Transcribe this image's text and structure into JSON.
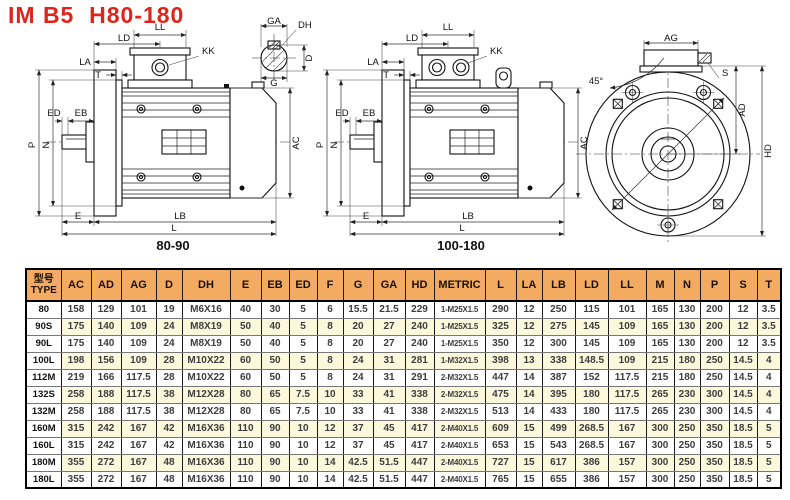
{
  "title": "IM B5  H80-180",
  "colors": {
    "title_red": "#e2231a",
    "table_header_bg": "#f2ab60",
    "row_alt_bg": "#fbf8dc",
    "line_color": "#111111"
  },
  "captions": {
    "side1": "80-90",
    "side2": "100-180"
  },
  "dim_labels": {
    "ld": "LD",
    "ll": "LL",
    "kk": "KK",
    "la": "LA",
    "t": "T",
    "ed": "ED",
    "eb": "EB",
    "p": "P",
    "n": "N",
    "ac": "AC",
    "e": "E",
    "lb": "LB",
    "l": "L",
    "ag": "AG",
    "angle45": "45°",
    "s": "S",
    "ad": "AD",
    "hd": "HD",
    "ga": "GA",
    "dh": "DH",
    "d": "D",
    "g": "G"
  },
  "table": {
    "type_header_cn": "型号",
    "type_header_en": "TYPE",
    "columns": [
      "AC",
      "AD",
      "AG",
      "D",
      "DH",
      "E",
      "EB",
      "ED",
      "F",
      "G",
      "GA",
      "HD",
      "METRIC",
      "L",
      "LA",
      "LB",
      "LD",
      "LL",
      "M",
      "N",
      "P",
      "S",
      "T"
    ],
    "rows": [
      {
        "type": "80",
        "values": [
          "158",
          "129",
          "101",
          "19",
          "M6X16",
          "40",
          "30",
          "5",
          "6",
          "15.5",
          "21.5",
          "229",
          "1-M25X1.5",
          "290",
          "12",
          "250",
          "115",
          "101",
          "165",
          "130",
          "200",
          "12",
          "3.5"
        ]
      },
      {
        "type": "90S",
        "values": [
          "175",
          "140",
          "109",
          "24",
          "M8X19",
          "50",
          "40",
          "5",
          "8",
          "20",
          "27",
          "240",
          "1-M25X1.5",
          "325",
          "12",
          "275",
          "145",
          "109",
          "165",
          "130",
          "200",
          "12",
          "3.5"
        ]
      },
      {
        "type": "90L",
        "values": [
          "175",
          "140",
          "109",
          "24",
          "M8X19",
          "50",
          "40",
          "5",
          "8",
          "20",
          "27",
          "240",
          "1-M25X1.5",
          "350",
          "12",
          "300",
          "145",
          "109",
          "165",
          "130",
          "200",
          "12",
          "3.5"
        ]
      },
      {
        "type": "100L",
        "values": [
          "198",
          "156",
          "109",
          "28",
          "M10X22",
          "60",
          "50",
          "5",
          "8",
          "24",
          "31",
          "281",
          "1-M32X1.5",
          "398",
          "13",
          "338",
          "148.5",
          "109",
          "215",
          "180",
          "250",
          "14.5",
          "4"
        ]
      },
      {
        "type": "112M",
        "values": [
          "219",
          "166",
          "117.5",
          "28",
          "M10X22",
          "60",
          "50",
          "5",
          "8",
          "24",
          "31",
          "291",
          "2-M32X1.5",
          "447",
          "14",
          "387",
          "152",
          "117.5",
          "215",
          "180",
          "250",
          "14.5",
          "4"
        ]
      },
      {
        "type": "132S",
        "values": [
          "258",
          "188",
          "117.5",
          "38",
          "M12X28",
          "80",
          "65",
          "7.5",
          "10",
          "33",
          "41",
          "338",
          "2-M32X1.5",
          "475",
          "14",
          "395",
          "180",
          "117.5",
          "265",
          "230",
          "300",
          "14.5",
          "4"
        ]
      },
      {
        "type": "132M",
        "values": [
          "258",
          "188",
          "117.5",
          "38",
          "M12X28",
          "80",
          "65",
          "7.5",
          "10",
          "33",
          "41",
          "338",
          "2-M32X1.5",
          "513",
          "14",
          "433",
          "180",
          "117.5",
          "265",
          "230",
          "300",
          "14.5",
          "4"
        ]
      },
      {
        "type": "160M",
        "values": [
          "315",
          "242",
          "167",
          "42",
          "M16X36",
          "110",
          "90",
          "10",
          "12",
          "37",
          "45",
          "417",
          "2-M40X1.5",
          "609",
          "15",
          "499",
          "268.5",
          "167",
          "300",
          "250",
          "350",
          "18.5",
          "5"
        ]
      },
      {
        "type": "160L",
        "values": [
          "315",
          "242",
          "167",
          "42",
          "M16X36",
          "110",
          "90",
          "10",
          "12",
          "37",
          "45",
          "417",
          "2-M40X1.5",
          "653",
          "15",
          "543",
          "268.5",
          "167",
          "300",
          "250",
          "350",
          "18.5",
          "5"
        ]
      },
      {
        "type": "180M",
        "values": [
          "355",
          "272",
          "167",
          "48",
          "M16X36",
          "110",
          "90",
          "10",
          "14",
          "42.5",
          "51.5",
          "447",
          "2-M40X1.5",
          "727",
          "15",
          "617",
          "386",
          "157",
          "300",
          "250",
          "350",
          "18.5",
          "5"
        ]
      },
      {
        "type": "180L",
        "values": [
          "355",
          "272",
          "167",
          "48",
          "M16X36",
          "110",
          "90",
          "10",
          "14",
          "42.5",
          "51.5",
          "447",
          "2-M40X1.5",
          "765",
          "15",
          "655",
          "386",
          "157",
          "300",
          "250",
          "350",
          "18.5",
          "5"
        ]
      }
    ]
  }
}
